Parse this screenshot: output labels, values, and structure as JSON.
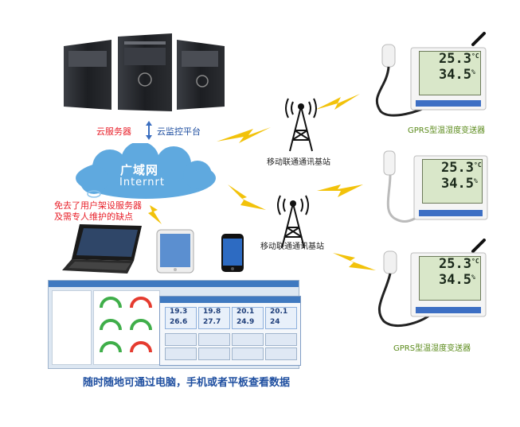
{
  "labels": {
    "cloud_server": "云服务器",
    "cloud_platform": "云监控平台",
    "wan": "广域网",
    "internet": "Internrt",
    "advantage_line1": "免去了用户架设服务器",
    "advantage_line2": "及需专人维护的缺点",
    "base_station_1": "移动联通通讯基站",
    "base_station_2": "移动联通通讯基站",
    "transmitter_1": "GPRS型温湿度变送器",
    "transmitter_2": "GPRS型温湿度变送器",
    "caption": "随时随地可通过电脑，手机或者平板查看数据"
  },
  "devices": [
    {
      "temp": "25.3",
      "temp_unit": "°C",
      "hum": "34.5",
      "hum_unit": "%"
    },
    {
      "temp": "25.3",
      "temp_unit": "°C",
      "hum": "34.5",
      "hum_unit": "%"
    },
    {
      "temp": "25.3",
      "temp_unit": "°C",
      "hum": "34.5",
      "hum_unit": "%"
    }
  ],
  "monitor": {
    "readings_row1": [
      "19.3",
      "19.8",
      "20.1",
      "20.1"
    ],
    "readings_row2": [
      "26.6",
      "27.7",
      "24.9",
      "24"
    ]
  },
  "colors": {
    "cloud": "#5fa9df",
    "lightning": "#f2c20a",
    "label_red": "#e8202a",
    "label_blue": "#1f4fa0",
    "label_green": "#5a8a1a"
  },
  "icons": [
    "server-icon",
    "cloud-icon",
    "tower-icon",
    "lightning-icon",
    "laptop-icon",
    "tablet-icon",
    "phone-icon",
    "sensor-icon",
    "arrow-updown-icon"
  ]
}
